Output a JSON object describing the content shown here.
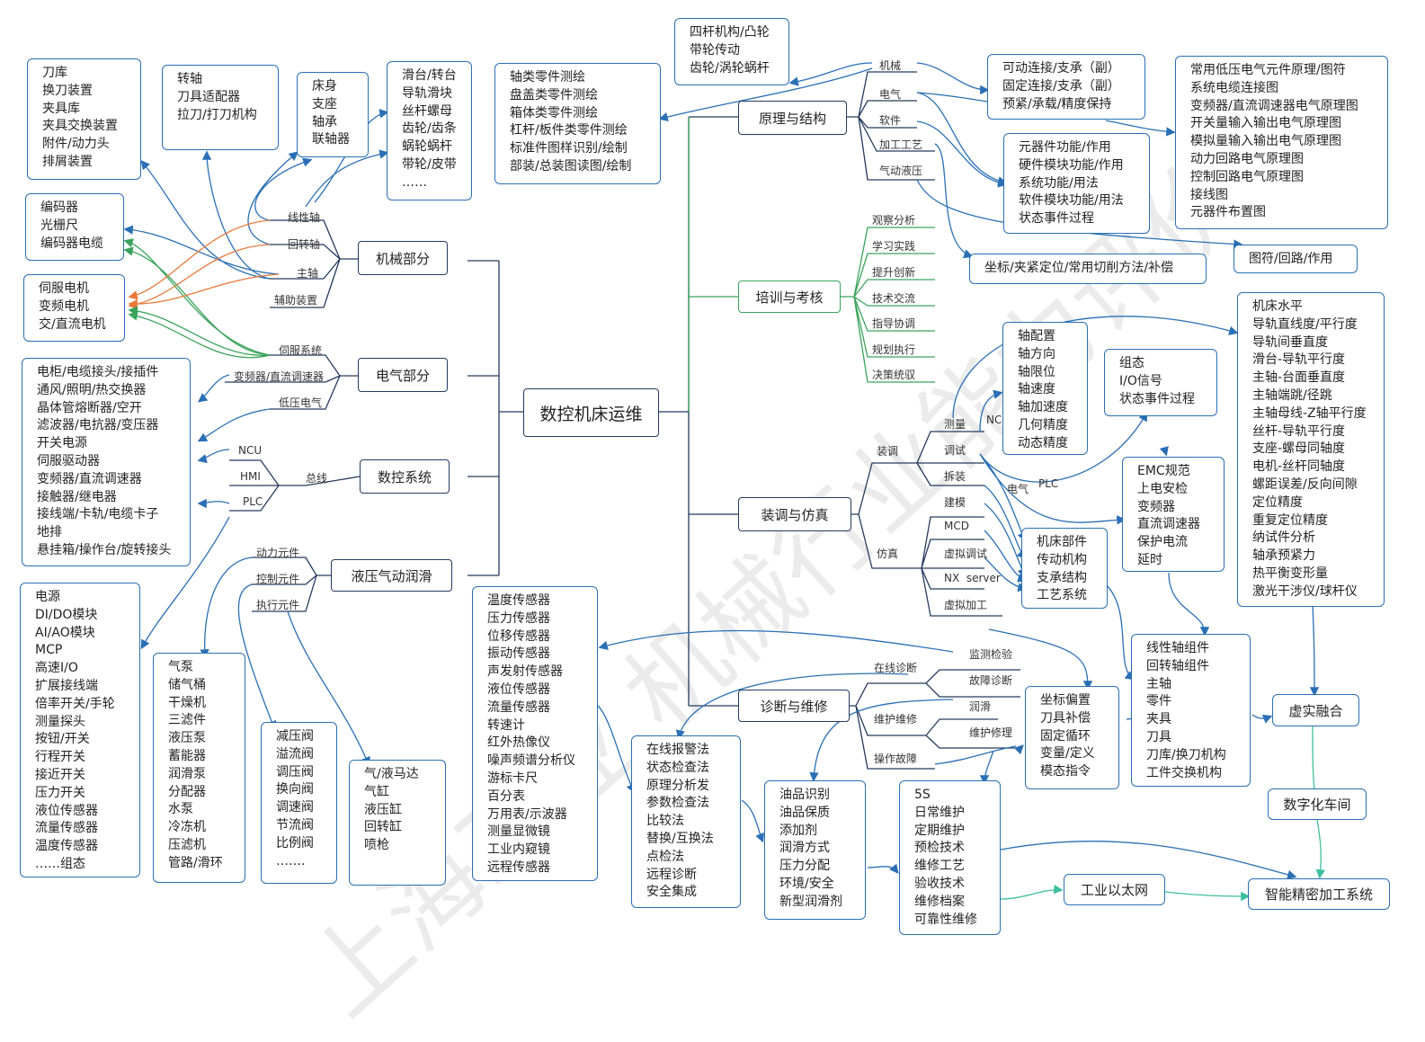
{
  "center": {
    "label": "数控机床运维"
  },
  "watermark": "上海工业 机械行业能力评价第2",
  "branches": {
    "mechanical": {
      "label": "机械部分",
      "children": [
        "线性轴",
        "回转轴",
        "主轴",
        "辅助装置"
      ]
    },
    "electrical": {
      "label": "电气部分",
      "children": [
        "伺服系统",
        "变频器/直流调速器",
        "低压电气"
      ]
    },
    "cnc": {
      "label": "数控系统",
      "bus": "总线",
      "children": [
        "NCU",
        "HMI",
        "PLC"
      ]
    },
    "hydraulic": {
      "label": "液压气动润滑",
      "children": [
        "动力元件",
        "控制元件",
        "执行元件"
      ]
    },
    "principle": {
      "label": "原理与结构",
      "children": [
        "机械",
        "电气",
        "软件",
        "加工工艺",
        "气动液压"
      ]
    },
    "training": {
      "label": "培训与考核",
      "children": [
        "观察分析",
        "学习实践",
        "提升创新",
        "技术交流",
        "指导协调",
        "规划执行",
        "决策统驭"
      ]
    },
    "assembly": {
      "label": "装调与仿真",
      "groups": [
        {
          "label": "装调",
          "children": [
            "测量",
            "调试",
            "拆装"
          ]
        },
        {
          "label": "仿真",
          "children": [
            "建模",
            "MCD",
            "虚拟调试",
            "NX  server",
            "虚拟加工"
          ]
        }
      ],
      "edge_labels": {
        "nc": "NC",
        "electric": "电气",
        "plc": "PLC"
      }
    },
    "diagnosis": {
      "label": "诊断与维修",
      "groups": [
        {
          "label": "在线诊断",
          "children": [
            "监测检验",
            "故障诊断"
          ]
        },
        {
          "label": "维护维修",
          "children": [
            "润滑",
            "维护修理"
          ]
        },
        {
          "label": "操作故障",
          "children": []
        }
      ]
    }
  },
  "boxes": {
    "tool_magazine": [
      "刀库",
      "换刀装置",
      "夹具库",
      "夹具交换装置",
      "附件/动力头",
      "排屑装置"
    ],
    "spindle_parts": [
      "转轴",
      "刀具适配器",
      "拉刀/打刀机构"
    ],
    "bed": [
      "床身",
      "支座",
      "轴承",
      "联轴器"
    ],
    "slides": [
      "滑台/转台",
      "导轨滑块",
      "丝杆螺母",
      "齿轮/齿条",
      "蜗轮蜗杆",
      "带轮/皮带",
      "……"
    ],
    "encoders": [
      "编码器",
      "光栅尺",
      "编码器电缆"
    ],
    "motors": [
      "伺服电机",
      "变频电机",
      "交/直流电机"
    ],
    "cabinet": [
      "电柜/电缆接头/接插件",
      "通风/照明/热交换器",
      "晶体管熔断器/空开",
      "滤波器/电抗器/变压器",
      "开关电源",
      "伺服驱动器",
      "变频器/直流调速器",
      "接触器/继电器",
      "接线端/卡轨/电缆卡子",
      "地排",
      "悬挂箱/操作台/旋转接头"
    ],
    "plc_io": [
      "电源",
      "DI/DO模块",
      "AI/AO模块",
      "MCP",
      "高速I/O",
      "扩展接线端",
      "倍率开关/手轮",
      "测量探头",
      "按钮/开关",
      "行程开关",
      "接近开关",
      "压力开关",
      "液位传感器",
      "流量传感器",
      "温度传感器",
      "……组态"
    ],
    "power_elements": [
      "气泵",
      "储气桶",
      "干燥机",
      "三滤件",
      "液压泵",
      "蓄能器",
      "润滑泵",
      "分配器",
      "水泵",
      "冷冻机",
      "压滤机",
      "管路/滑环"
    ],
    "valves": [
      "减压阀",
      "溢流阀",
      "调压阀",
      "换向阀",
      "调速阀",
      "节流阀",
      "比例阀",
      "……."
    ],
    "actuators": [
      "气/液马达",
      "气缸",
      "液压缸",
      "回转缸",
      "喷枪"
    ],
    "drawing": [
      "轴类零件测绘",
      "盘盖类零件测绘",
      "箱体类零件测绘",
      "杠杆/板件类零件测绘",
      "标准件图样识别/绘制",
      "部装/总装图读图/绘制"
    ],
    "mechanisms": [
      "四杆机构/凸轮",
      "带轮传动",
      "齿轮/涡轮蜗杆"
    ],
    "connections": [
      "可动连接/支承（副）",
      "固定连接/支承（副）",
      "预紧/承载/精度保持"
    ],
    "elec_diagrams": [
      "常用低压电气元件原理/图符",
      "系统电缆连接图",
      "变频器/直流调速器电气原理图",
      "开关量输入输出电气原理图",
      "模拟量输入输出电气原理图",
      "动力回路电气原理图",
      "控制回路电气原理图",
      "接线图",
      "元器件布置图"
    ],
    "functions": [
      "元器件功能/作用",
      "硬件模块功能/作用",
      "系统功能/用法",
      "软件模块功能/用法",
      "状态事件过程"
    ],
    "machining": [
      "坐标/夹紧定位/常用切削方法/补偿"
    ],
    "symbols": [
      "图符/回路/作用"
    ],
    "axis_config": [
      "轴配置",
      "轴方向",
      "轴限位",
      "轴速度",
      "轴加速度",
      "几何精度",
      "动态精度"
    ],
    "plc_config": [
      "组态",
      "I/O信号",
      "状态事件过程"
    ],
    "precision": [
      "机床水平",
      "导轨直线度/平行度",
      "导轨间垂直度",
      "滑台-导轨平行度",
      "主轴-台面垂直度",
      "主轴端跳/径跳",
      "主轴母线-Z轴平行度",
      "丝杆-导轨平行度",
      "支座-螺母同轴度",
      "电机-丝杆同轴度",
      "螺距误差/反向间隙",
      "定位精度",
      "重复定位精度",
      "纳试件分析",
      "轴承预紧力",
      "热平衡变形量",
      "激光干涉仪/球杆仪"
    ],
    "emc": [
      "EMC规范",
      "上电安检",
      "变频器",
      "直流调速器",
      "保护电流",
      "延时"
    ],
    "machine_parts": [
      "机床部件",
      "传动机构",
      "支承结构",
      "工艺系统"
    ],
    "sensors": [
      "温度传感器",
      "压力传感器",
      "位移传感器",
      "振动传感器",
      "声发射传感器",
      "液位传感器",
      "流量传感器",
      "转速计",
      "红外热像仪",
      "噪声频谱分析仪",
      "游标卡尺",
      "百分表",
      "万用表/示波器",
      "测量显微镜",
      "工业内窥镜",
      "远程传感器"
    ],
    "diag_methods": [
      "在线报警法",
      "状态检查法",
      "原理分析发",
      "参数检查法",
      "比较法",
      "替换/互换法",
      "点检法",
      "远程诊断",
      "安全集成"
    ],
    "lubrication": [
      "油品识别",
      "油品保质",
      "添加剂",
      "润滑方式",
      "压力分配",
      "环境/安全",
      "新型润滑剂"
    ],
    "maintenance": [
      "5S",
      "日常维护",
      "定期维护",
      "预检技术",
      "维修工艺",
      "验收技术",
      "维修档案",
      "可靠性维修"
    ],
    "nc_program": [
      "坐标偏置",
      "刀具补偿",
      "固定循环",
      "变量/定义",
      "模态指令"
    ],
    "components": [
      "线性轴组件",
      "回转轴组件",
      "主轴",
      "零件",
      "夹具",
      "刀具",
      "刀库/换刀机构",
      "工件交换机构"
    ]
  },
  "flow": {
    "virtual_real": "虚实融合",
    "digital_workshop": "数字化车间",
    "ethernet": "工业以太网",
    "intelligent": "智能精密加工系统"
  },
  "colors": {
    "blue": "#2a6fb5",
    "dark": "#243a5e",
    "green": "#3aa35a",
    "orange": "#e8793a",
    "teal": "#3cbfa0"
  }
}
